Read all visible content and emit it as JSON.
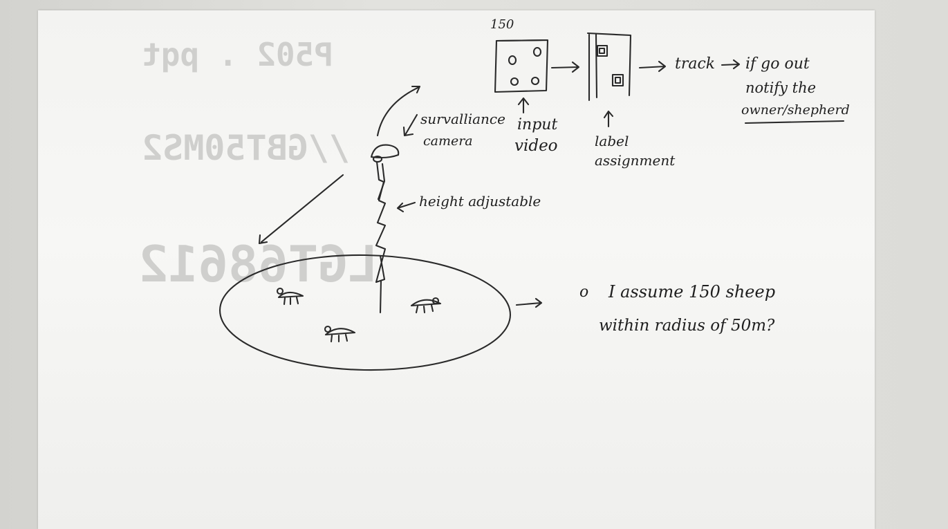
{
  "header_count": "150",
  "labels": {
    "surveillance_line1": "survalliance",
    "surveillance_line2": "camera",
    "input_line1": "input",
    "input_line2": "video",
    "label_line1": "label",
    "label_line2": "assignment",
    "track": "track",
    "if_go_out": "if go out",
    "notify_the": "notify the",
    "owner_shepherd": "owner/shepherd",
    "height_adjustable": "height adjustable"
  },
  "notes": {
    "bullet": "o",
    "line1": "I assume 150 sheep",
    "line2": "within radius of 50m?"
  },
  "ghost_print": {
    "line1": "P502 . pqt",
    "line2": "//GBT50MS2",
    "line3": "LGT68612"
  },
  "colors": {
    "ink": "#2a2a2a",
    "paper": "#f4f4f2",
    "table": "#dcdcd8",
    "ghost": "#cfcfcd"
  }
}
